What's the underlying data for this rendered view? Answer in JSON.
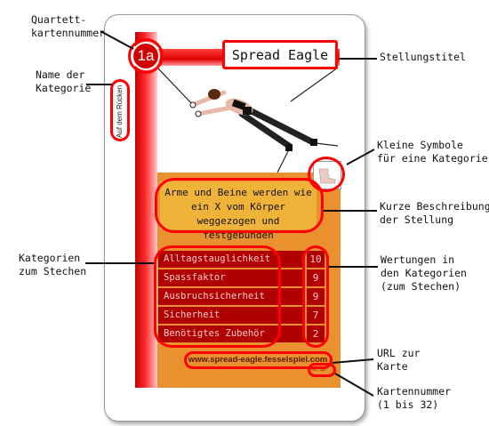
{
  "labels": {
    "quartett_number": [
      "Quartett-",
      "kartennummer"
    ],
    "category_name": [
      "Name der",
      "Kategorie"
    ],
    "position_title": "Stellungstitel",
    "small_symbols": [
      "Kleine Symbole",
      "für eine Kategorie"
    ],
    "short_description": [
      "Kurze Beschreibung",
      "der Stellung"
    ],
    "categories_compare": [
      "Kategorien",
      "zum Stechen"
    ],
    "ratings": [
      "Wertungen in",
      "den Kategorien",
      "(zum Stechen)"
    ],
    "url": [
      "URL zur",
      "Karte"
    ],
    "card_number": [
      "Kartennummer",
      "(1 bis 32)"
    ]
  },
  "card": {
    "quartett_number": "1a",
    "category": "Auf dem Rücken",
    "title": "Spread Eagle",
    "description": "Arme und Beine werden wie ein X vom Körper weggezogen und festgebunden",
    "rows": [
      {
        "label": "Alltagstauglichkeit",
        "value": "10"
      },
      {
        "label": "Spassfaktor",
        "value": "9"
      },
      {
        "label": "Ausbruchsicherheit",
        "value": "9"
      },
      {
        "label": "Sicherheit",
        "value": "7"
      },
      {
        "label": "Benötigtes Zubehör",
        "value": "2"
      }
    ],
    "url": "www.spread-eagle.fesselspiel.com",
    "card_number": "Nr. 32"
  },
  "colors": {
    "highlight": "#ff0000",
    "card_red": "#d40000",
    "orange": "#e8912e"
  }
}
